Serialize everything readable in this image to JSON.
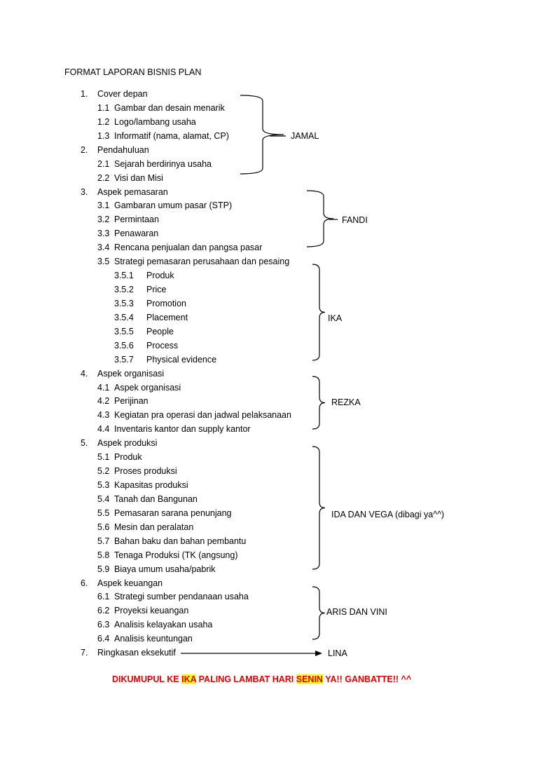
{
  "title": "FORMAT LAPORAN BISNIS PLAN",
  "sections": [
    {
      "num": "1.",
      "label": "Cover depan",
      "items": [
        {
          "num": "1.1",
          "label": "Gambar dan desain menarik"
        },
        {
          "num": "1.2",
          "label": "Logo/lambang usaha"
        },
        {
          "num": "1.3",
          "label": "Informatif (nama, alamat, CP)"
        }
      ]
    },
    {
      "num": "2.",
      "label": "Pendahuluan",
      "items": [
        {
          "num": "2.1",
          "label": "Sejarah berdirinya usaha"
        },
        {
          "num": "2.2",
          "label": "Visi dan Misi"
        }
      ]
    },
    {
      "num": "3.",
      "label": "Aspek pemasaran",
      "items": [
        {
          "num": "3.1",
          "label": "Gambaran umum pasar (STP)"
        },
        {
          "num": "3.2",
          "label": "Permintaan"
        },
        {
          "num": "3.3",
          "label": "Penawaran"
        },
        {
          "num": "3.4",
          "label": "Rencana penjualan dan pangsa pasar"
        },
        {
          "num": "3.5",
          "label": "Strategi pemasaran perusahaan dan pesaing",
          "subitems": [
            {
              "num": "3.5.1",
              "label": "Produk"
            },
            {
              "num": "3.5.2",
              "label": "Price"
            },
            {
              "num": "3.5.3",
              "label": "Promotion"
            },
            {
              "num": "3.5.4",
              "label": "Placement"
            },
            {
              "num": "3.5.5",
              "label": "People"
            },
            {
              "num": "3.5.6",
              "label": "Process"
            },
            {
              "num": "3.5.7",
              "label": "Physical evidence"
            }
          ]
        }
      ]
    },
    {
      "num": "4.",
      "label": "Aspek organisasi",
      "items": [
        {
          "num": "4.1",
          "label": "Aspek organisasi"
        },
        {
          "num": "4.2",
          "label": "Perijinan"
        },
        {
          "num": "4.3",
          "label": "Kegiatan pra operasi dan jadwal pelaksanaan"
        },
        {
          "num": "4.4",
          "label": "Inventaris kantor dan supply kantor"
        }
      ]
    },
    {
      "num": "5.",
      "label": "Aspek produksi",
      "items": [
        {
          "num": "5.1",
          "label": "Produk"
        },
        {
          "num": "5.2",
          "label": "Proses produksi"
        },
        {
          "num": "5.3",
          "label": "Kapasitas produksi"
        },
        {
          "num": "5.4",
          "label": "Tanah dan Bangunan"
        },
        {
          "num": "5.5",
          "label": "Pemasaran sarana penunjang"
        },
        {
          "num": "5.6",
          "label": "Mesin dan peralatan"
        },
        {
          "num": "5.7",
          "label": "Bahan baku dan bahan pembantu"
        },
        {
          "num": "5.8",
          "label": "Tenaga Produksi (TK (angsung)"
        },
        {
          "num": "5.9",
          "label": "Biaya umum usaha/pabrik"
        }
      ]
    },
    {
      "num": "6.",
      "label": "Aspek keuangan",
      "items": [
        {
          "num": "6.1",
          "label": "Strategi sumber pendanaan usaha"
        },
        {
          "num": "6.2",
          "label": "Proyeksi keuangan"
        },
        {
          "num": "6.3",
          "label": "Analisis kelayakan usaha"
        },
        {
          "num": "6.4",
          "label": "Analisis keuntungan"
        }
      ]
    },
    {
      "num": "7.",
      "label": "Ringkasan eksekutif",
      "items": []
    }
  ],
  "assignees": [
    "JAMAL",
    "FANDI",
    "IKA",
    "REZKA",
    "IDA DAN VEGA (dibagi ya^^)",
    "ARIS DAN VINI",
    "LINA"
  ],
  "footer": {
    "part1": "DIKUMUPUL KE ",
    "hl1": "IKA",
    "part2": " PALING LAMBAT HARI ",
    "hl2": "SENIN",
    "part3": " YA!! GANBATTE!! ^^"
  },
  "colors": {
    "footer_text": "#e00000",
    "highlight": "#ffff00",
    "text": "#000000"
  }
}
